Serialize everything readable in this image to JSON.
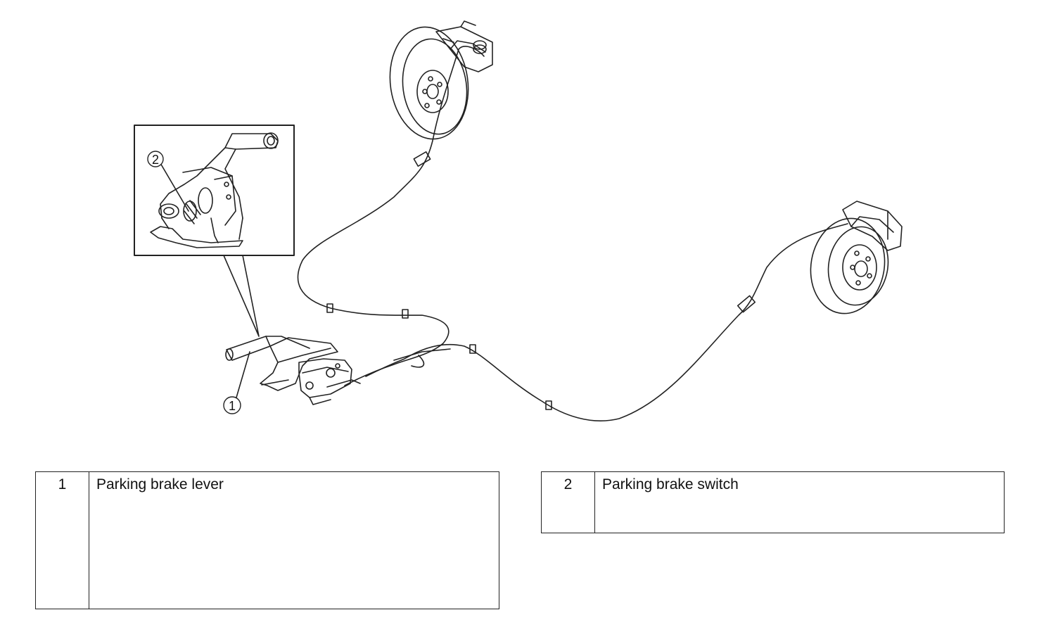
{
  "callouts": [
    {
      "number": "1",
      "label": "Parking brake lever"
    },
    {
      "number": "2",
      "label": "Parking brake switch"
    }
  ]
}
